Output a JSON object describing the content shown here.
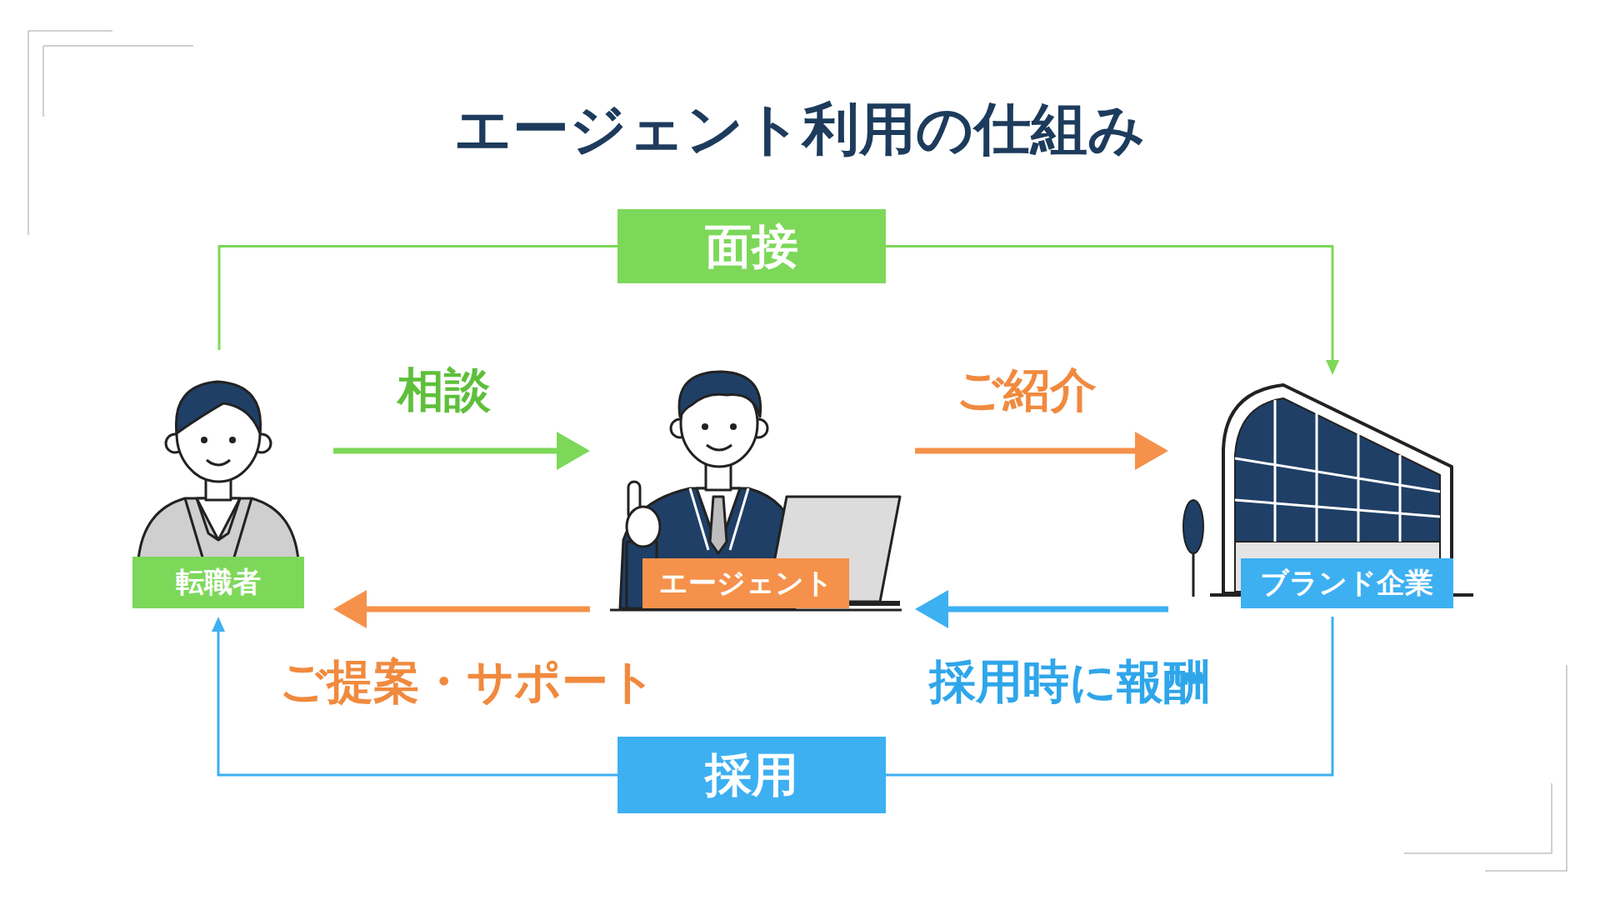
{
  "diagram": {
    "title": "エージェント利用の仕組み",
    "nodes": [
      {
        "text": [
          "面接"
        ]
      },
      {
        "text": [
          "転職者"
        ]
      },
      {
        "text": [
          "エージェント"
        ]
      },
      {
        "text": [
          "ブランド企業"
        ]
      },
      {
        "text": [
          "採用"
        ]
      }
    ],
    "edges": [
      {
        "from": 1,
        "to": 2,
        "label": "相談",
        "arrow": "to"
      },
      {
        "from": 2,
        "to": 3,
        "label": "ご紹介",
        "arrow": "to"
      },
      {
        "from": 2,
        "to": 1,
        "label": "ご提案・サポート",
        "arrow": "to"
      },
      {
        "from": 3,
        "to": 2,
        "label": "採用時に報酬",
        "arrow": "to"
      },
      {
        "from": 1,
        "to": 0,
        "arrow": "none"
      },
      {
        "from": 0,
        "to": 3,
        "arrow": "to"
      },
      {
        "from": 3,
        "to": 4,
        "arrow": "none"
      },
      {
        "from": 4,
        "to": 1,
        "arrow": "to"
      }
    ]
  }
}
